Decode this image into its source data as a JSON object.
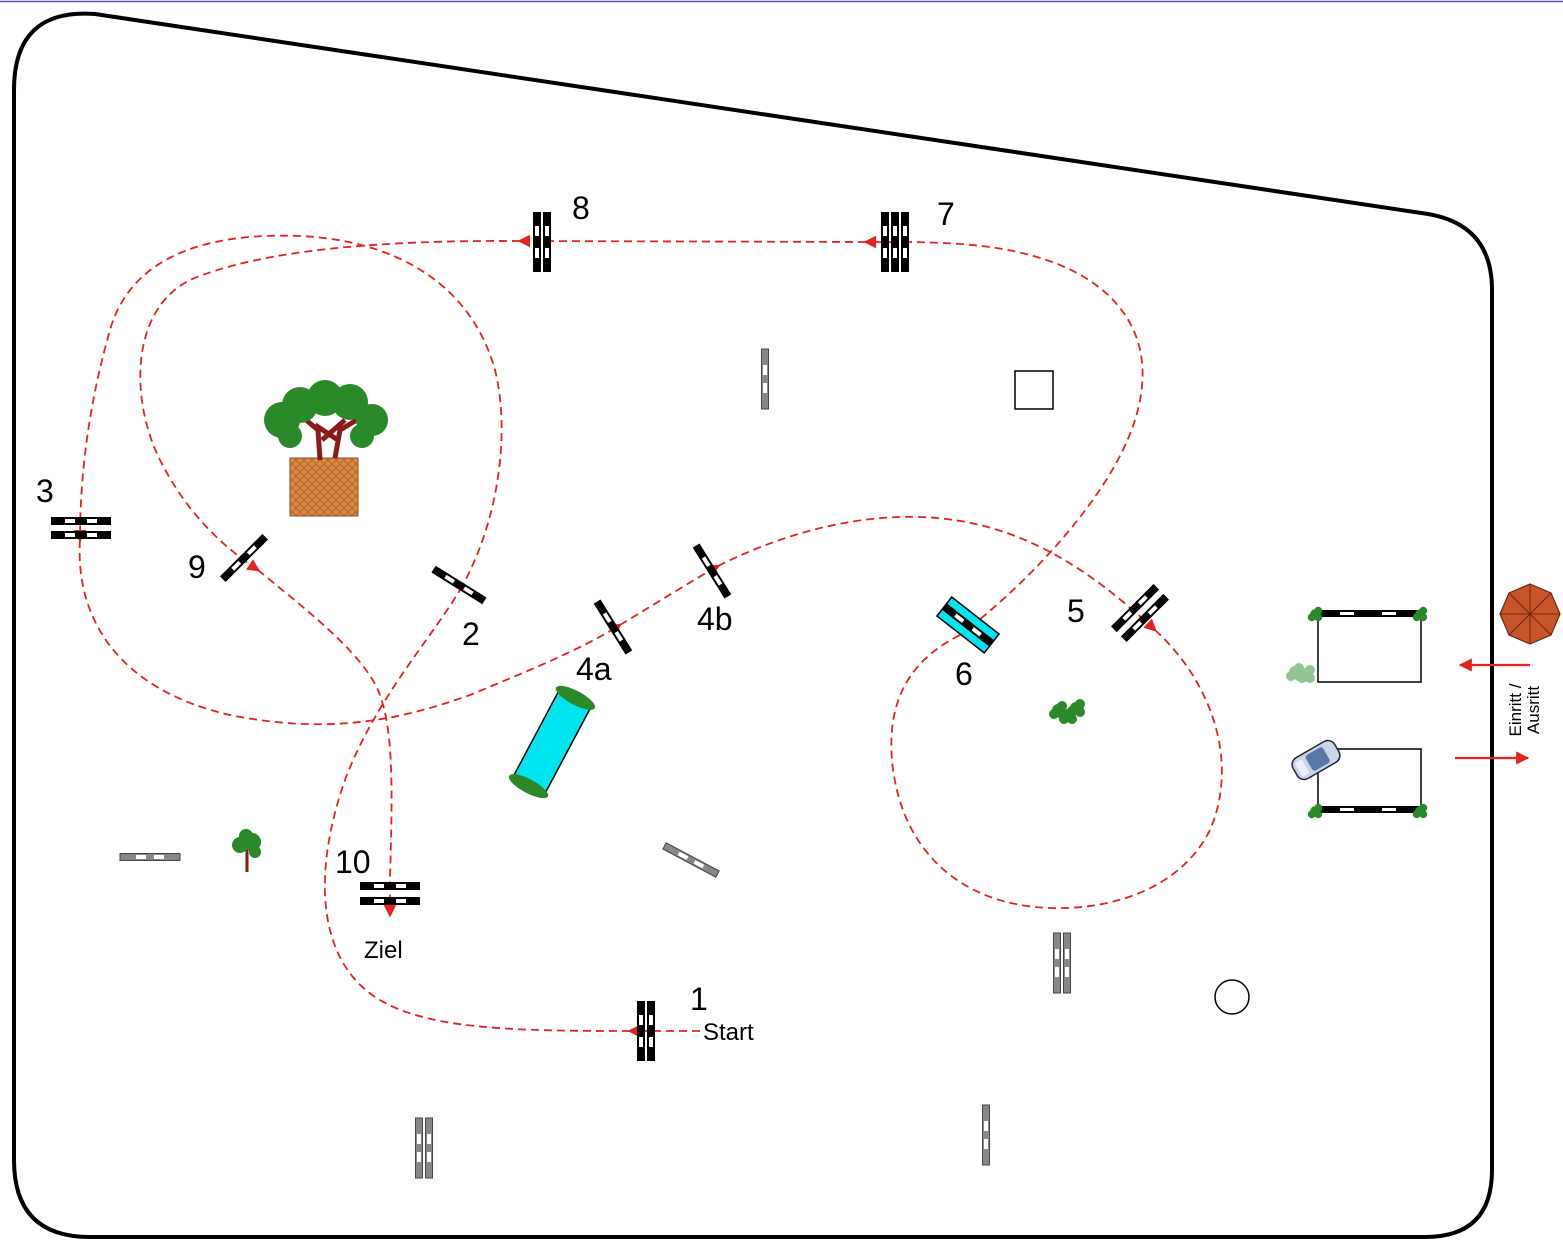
{
  "labels": {
    "j1": "1",
    "start": "Start",
    "j2": "2",
    "j3": "3",
    "j4a": "4a",
    "j4b": "4b",
    "j5": "5",
    "j6": "6",
    "j7": "7",
    "j8": "8",
    "j9": "9",
    "j10": "10",
    "ziel": "Ziel",
    "entry_line1": "Einritt /",
    "entry_line2": "Ausritt"
  },
  "colors": {
    "route": "#e8201e",
    "water": "#00e5f0",
    "tree_green": "#2a8a2a",
    "trunk": "#8b1a1a",
    "box": "#d9884a",
    "umbrella": "#c8552a"
  }
}
